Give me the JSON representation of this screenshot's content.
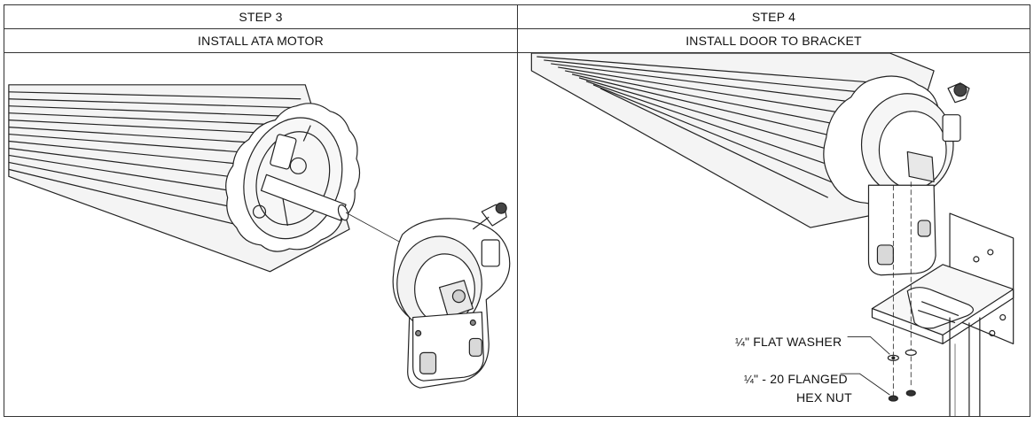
{
  "steps": [
    {
      "step_label": "STEP 3",
      "title": "INSTALL ATA MOTOR"
    },
    {
      "step_label": "STEP 4",
      "title": "INSTALL DOOR TO BRACKET"
    }
  ],
  "callouts": {
    "washer_fraction": "¼",
    "washer_label": "\" FLAT WASHER",
    "nut_fraction": "¼",
    "nut_label_line1": "\" - 20 FLANGED",
    "nut_label_line2": "HEX NUT"
  }
}
